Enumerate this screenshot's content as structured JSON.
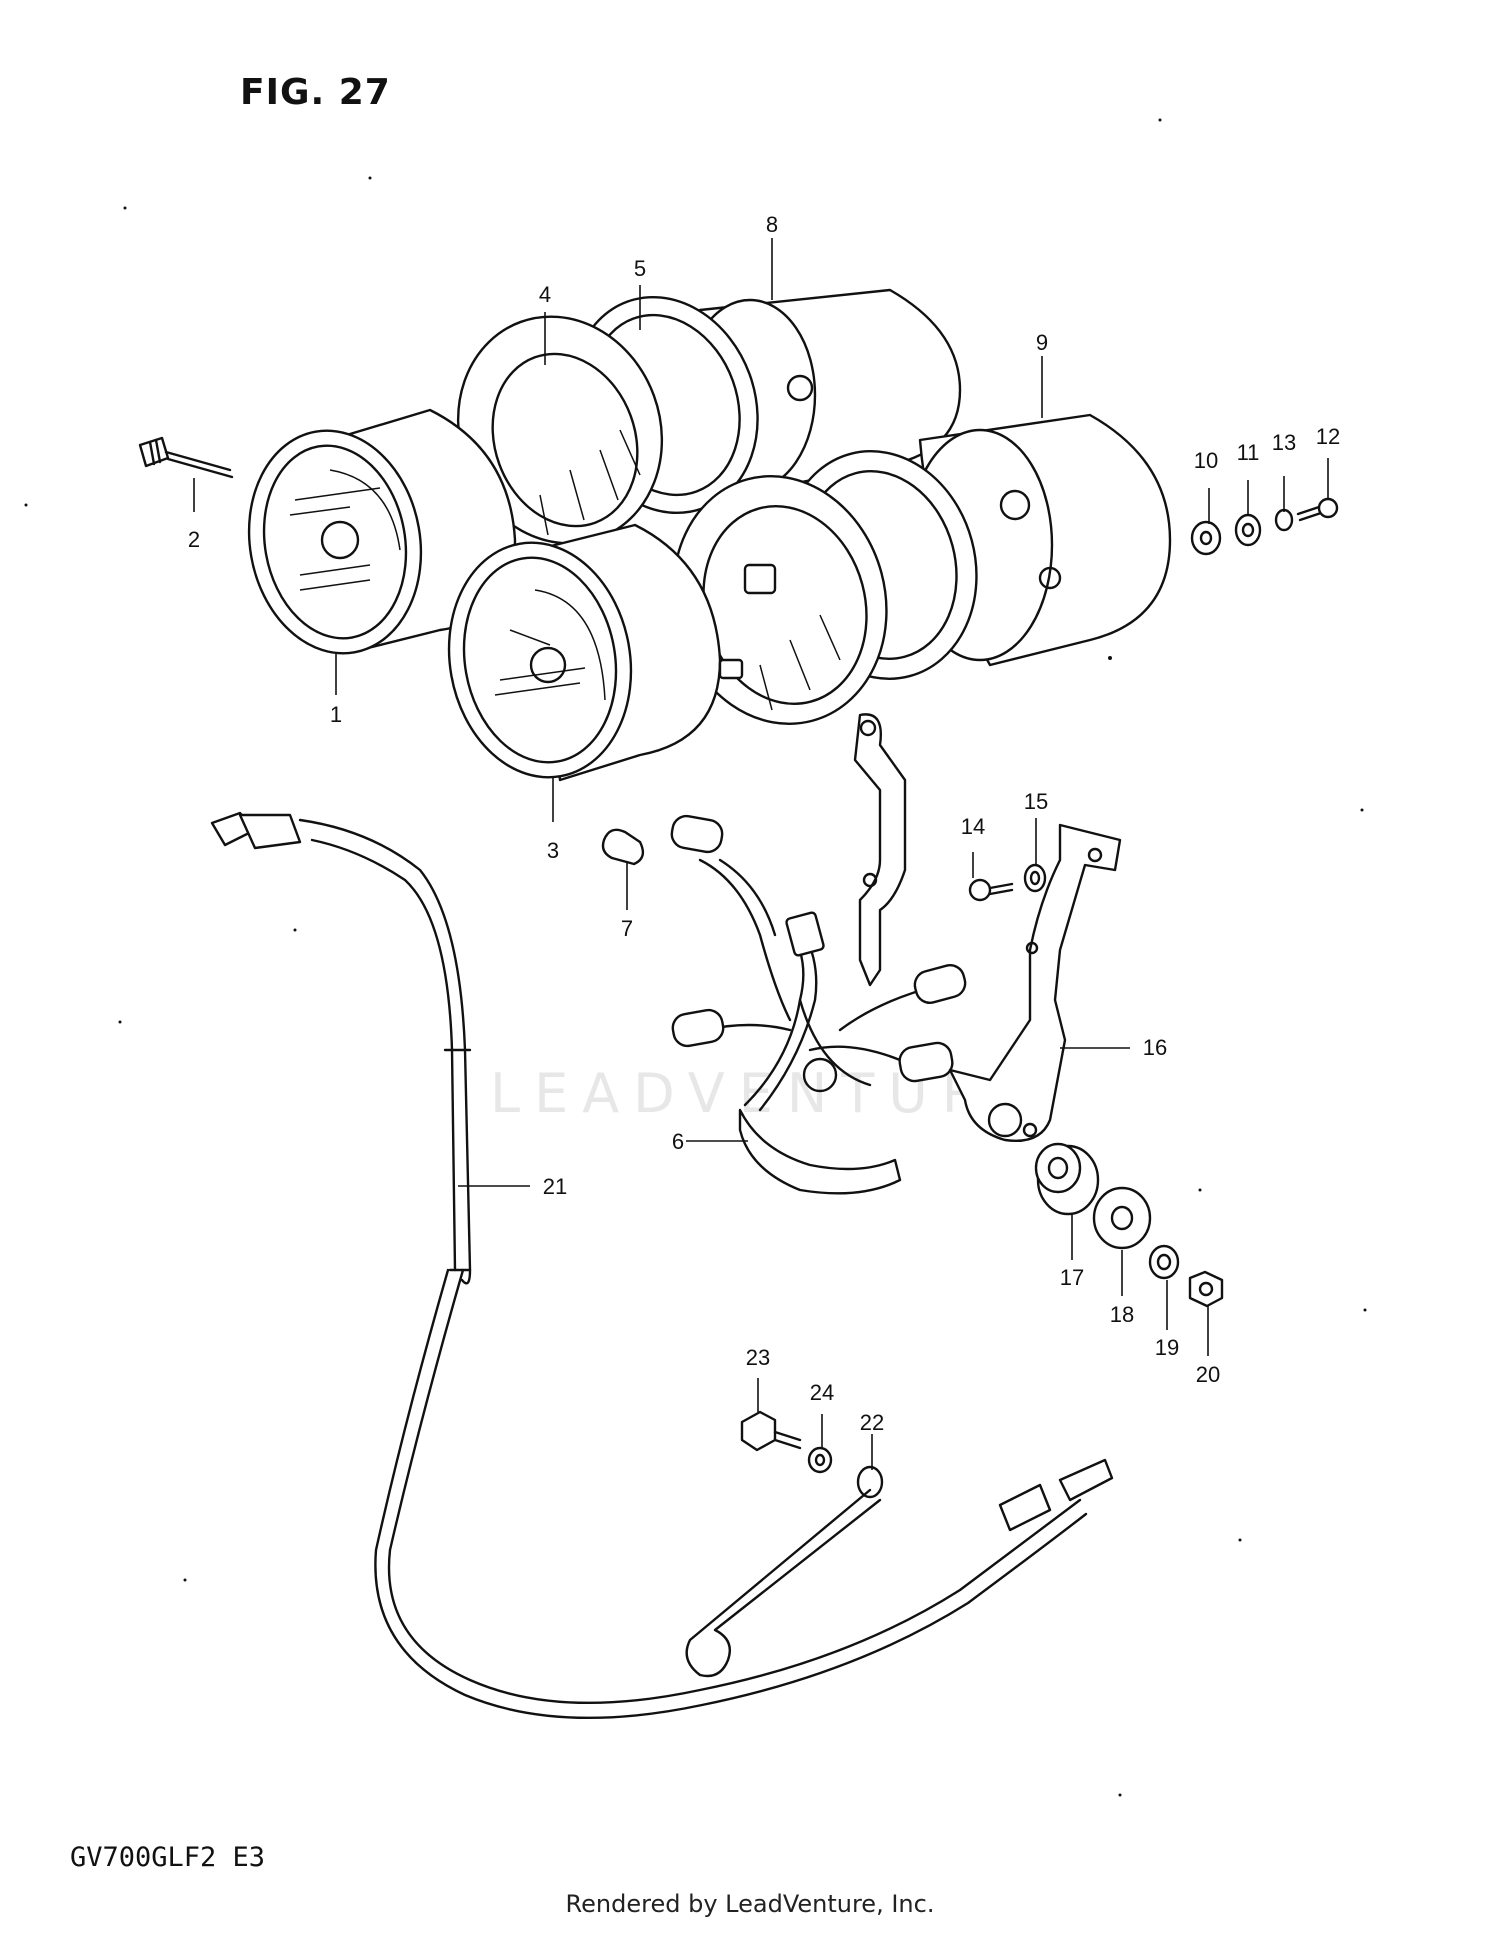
{
  "figure": {
    "title": "FIG. 27",
    "model": "GV700GLF2  E3"
  },
  "watermark": "LEADVENTURE",
  "footer": "Rendered by LeadVenture, Inc.",
  "callouts": {
    "c1": "1",
    "c2": "2",
    "c3": "3",
    "c4": "4",
    "c5": "5",
    "c6": "6",
    "c7": "7",
    "c8": "8",
    "c9": "9",
    "c10": "10",
    "c11": "11",
    "c12": "12",
    "c13": "13",
    "c14": "14",
    "c15": "15",
    "c16": "16",
    "c17": "17",
    "c18": "18",
    "c19": "19",
    "c20": "20",
    "c21": "21",
    "c22": "22",
    "c23": "23",
    "c24": "24"
  },
  "colors": {
    "line": "#111111",
    "background": "#ffffff",
    "watermark": "#e7e7e7"
  }
}
